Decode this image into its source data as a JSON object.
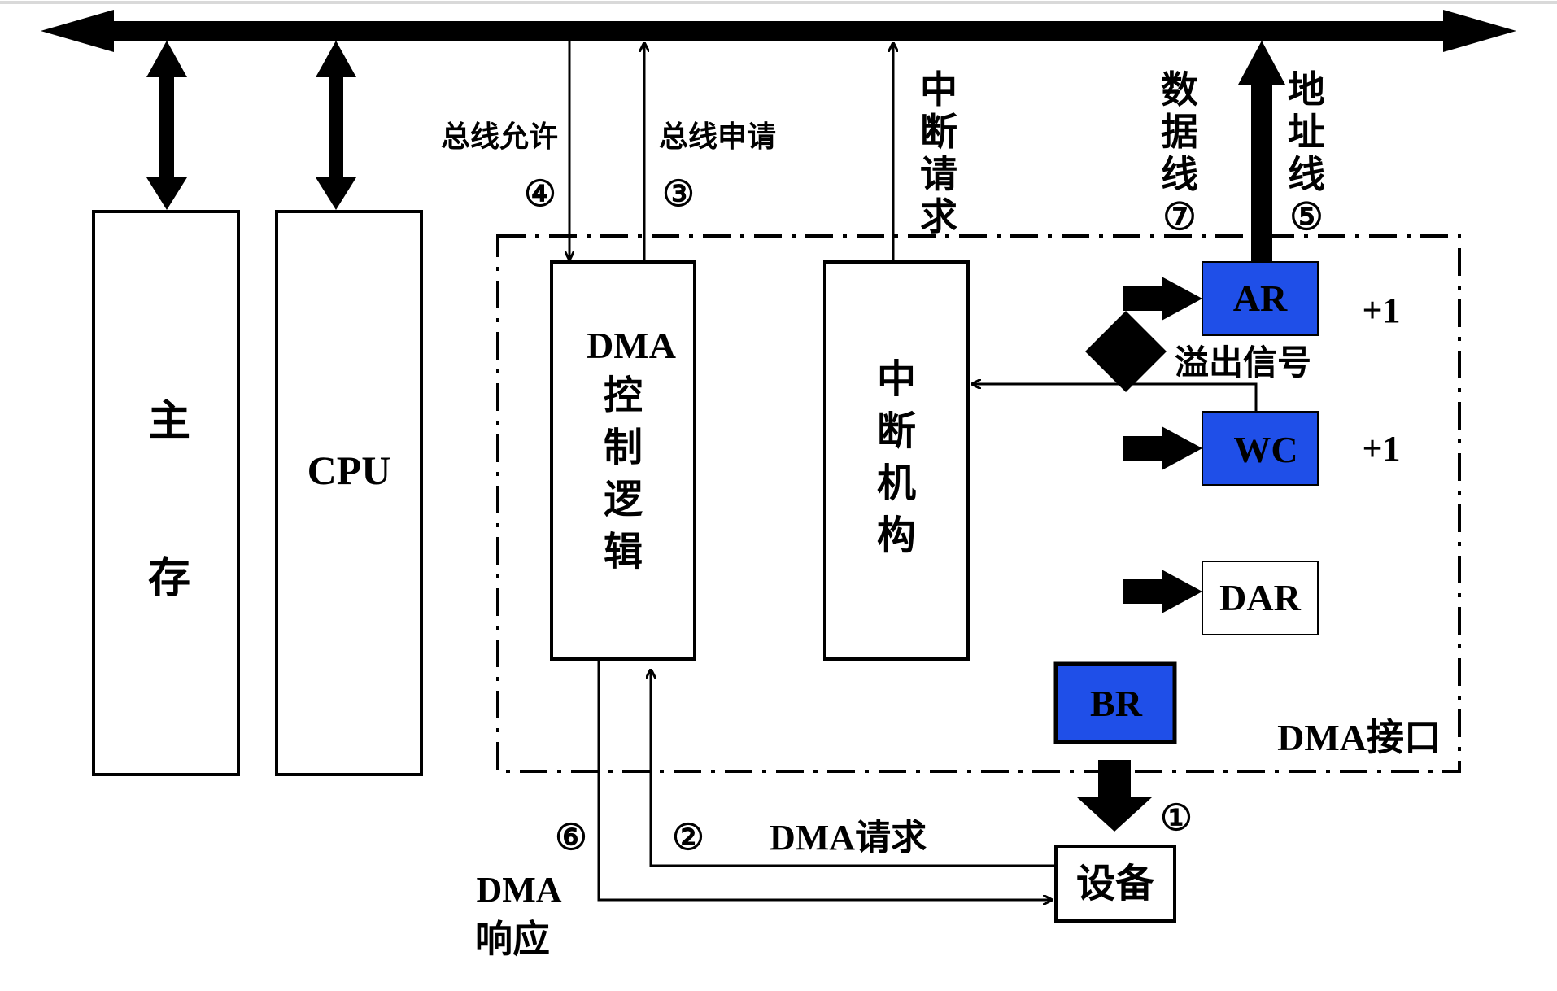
{
  "memory": {
    "chars": [
      "主",
      "存"
    ]
  },
  "cpu": {
    "label": "CPU"
  },
  "dma_control": {
    "title": "DMA",
    "chars": [
      "控",
      "制",
      "逻",
      "辑"
    ]
  },
  "interrupt_unit": {
    "chars": [
      "中",
      "断",
      "机",
      "构"
    ]
  },
  "registers": {
    "ar": "AR",
    "wc": "WC",
    "dar": "DAR",
    "br": "BR",
    "increment": "+1",
    "overflow_signal": "溢出信号"
  },
  "dma_interface_label": "DMA接口",
  "device_label": "设备",
  "signals": {
    "bus_grant": "总线允许",
    "bus_request": "总线申请",
    "interrupt_request": [
      "中",
      "断",
      "请",
      "求"
    ],
    "data_line": [
      "数",
      "据",
      "线"
    ],
    "address_line": [
      "地",
      "址",
      "线"
    ],
    "dma_request": "DMA请求",
    "dma_response_1": "DMA",
    "dma_response_2": "响应"
  },
  "steps": {
    "s1": "①",
    "s2": "②",
    "s3": "③",
    "s4": "④",
    "s5": "⑤",
    "s6": "⑥",
    "s7": "⑦"
  },
  "colors": {
    "register_blue": "#1f4fe8",
    "line": "#000000",
    "background": "#ffffff"
  }
}
